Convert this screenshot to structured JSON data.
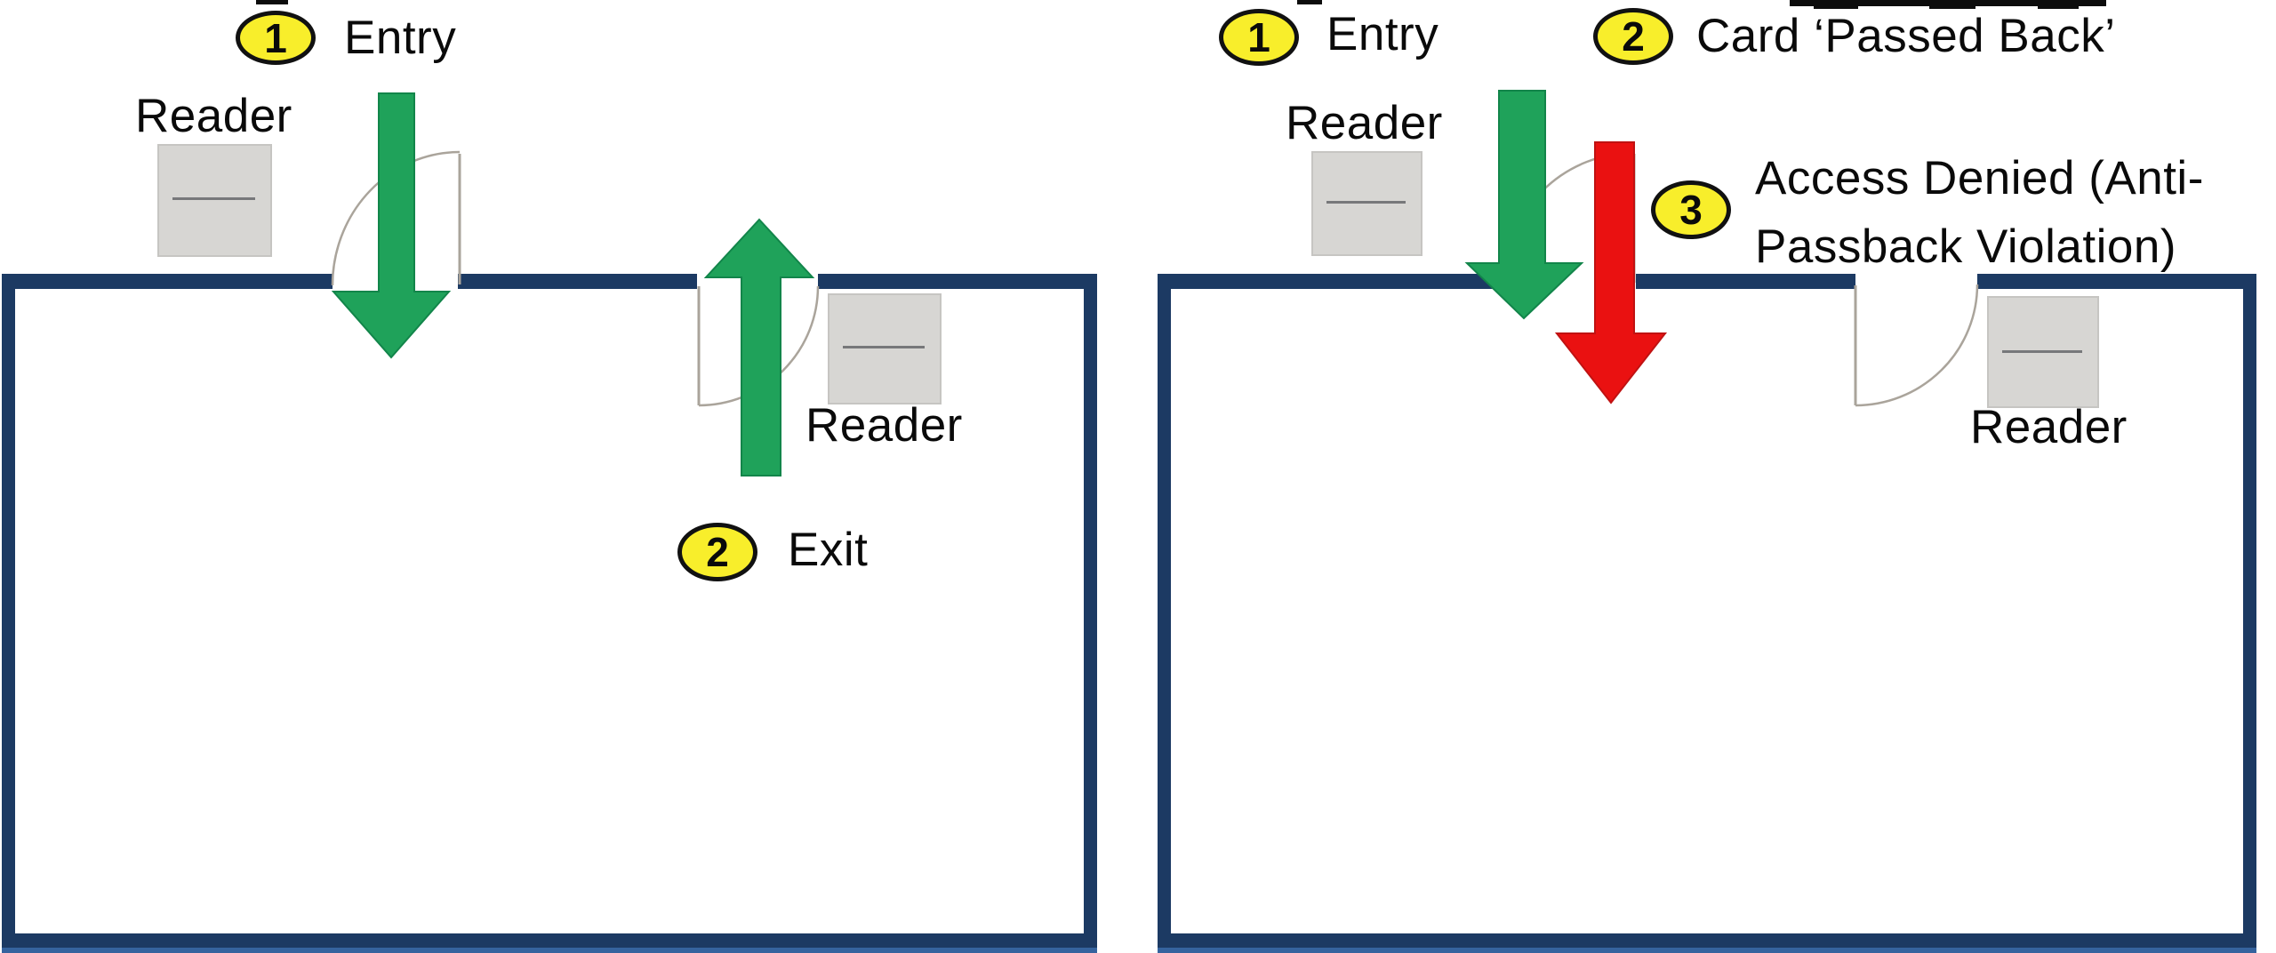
{
  "colors": {
    "wall": "#1c3a63",
    "wall_edge": "#35639e",
    "door_line": "#aaa49b",
    "arrow_green": "#1fa25a",
    "arrow_green_edge": "#12854a",
    "arrow_red": "#ea1111",
    "arrow_red_edge": "#c01212",
    "badge_fill": "#f8ee2b",
    "badge_border": "#111111",
    "reader_fill": "#d7d6d3",
    "reader_slot": "#77787a",
    "text": "#0a0a0a",
    "artifact": "#0c0c0c"
  },
  "left_room": {
    "entry_step": {
      "num": "1",
      "label": "Entry"
    },
    "entry_reader_label": "Reader",
    "exit_step": {
      "num": "2",
      "label": "Exit"
    },
    "exit_reader_label": "Reader"
  },
  "right_room": {
    "entry_step": {
      "num": "1",
      "label": "Entry"
    },
    "passback_step": {
      "num": "2",
      "label": "Card ‘Passed Back’"
    },
    "denied_step": {
      "num": "3",
      "label_line1": "Access Denied (Anti-",
      "label_line2": "Passback Violation)"
    },
    "entry_reader_label": "Reader",
    "exit_reader_label": "Reader"
  }
}
